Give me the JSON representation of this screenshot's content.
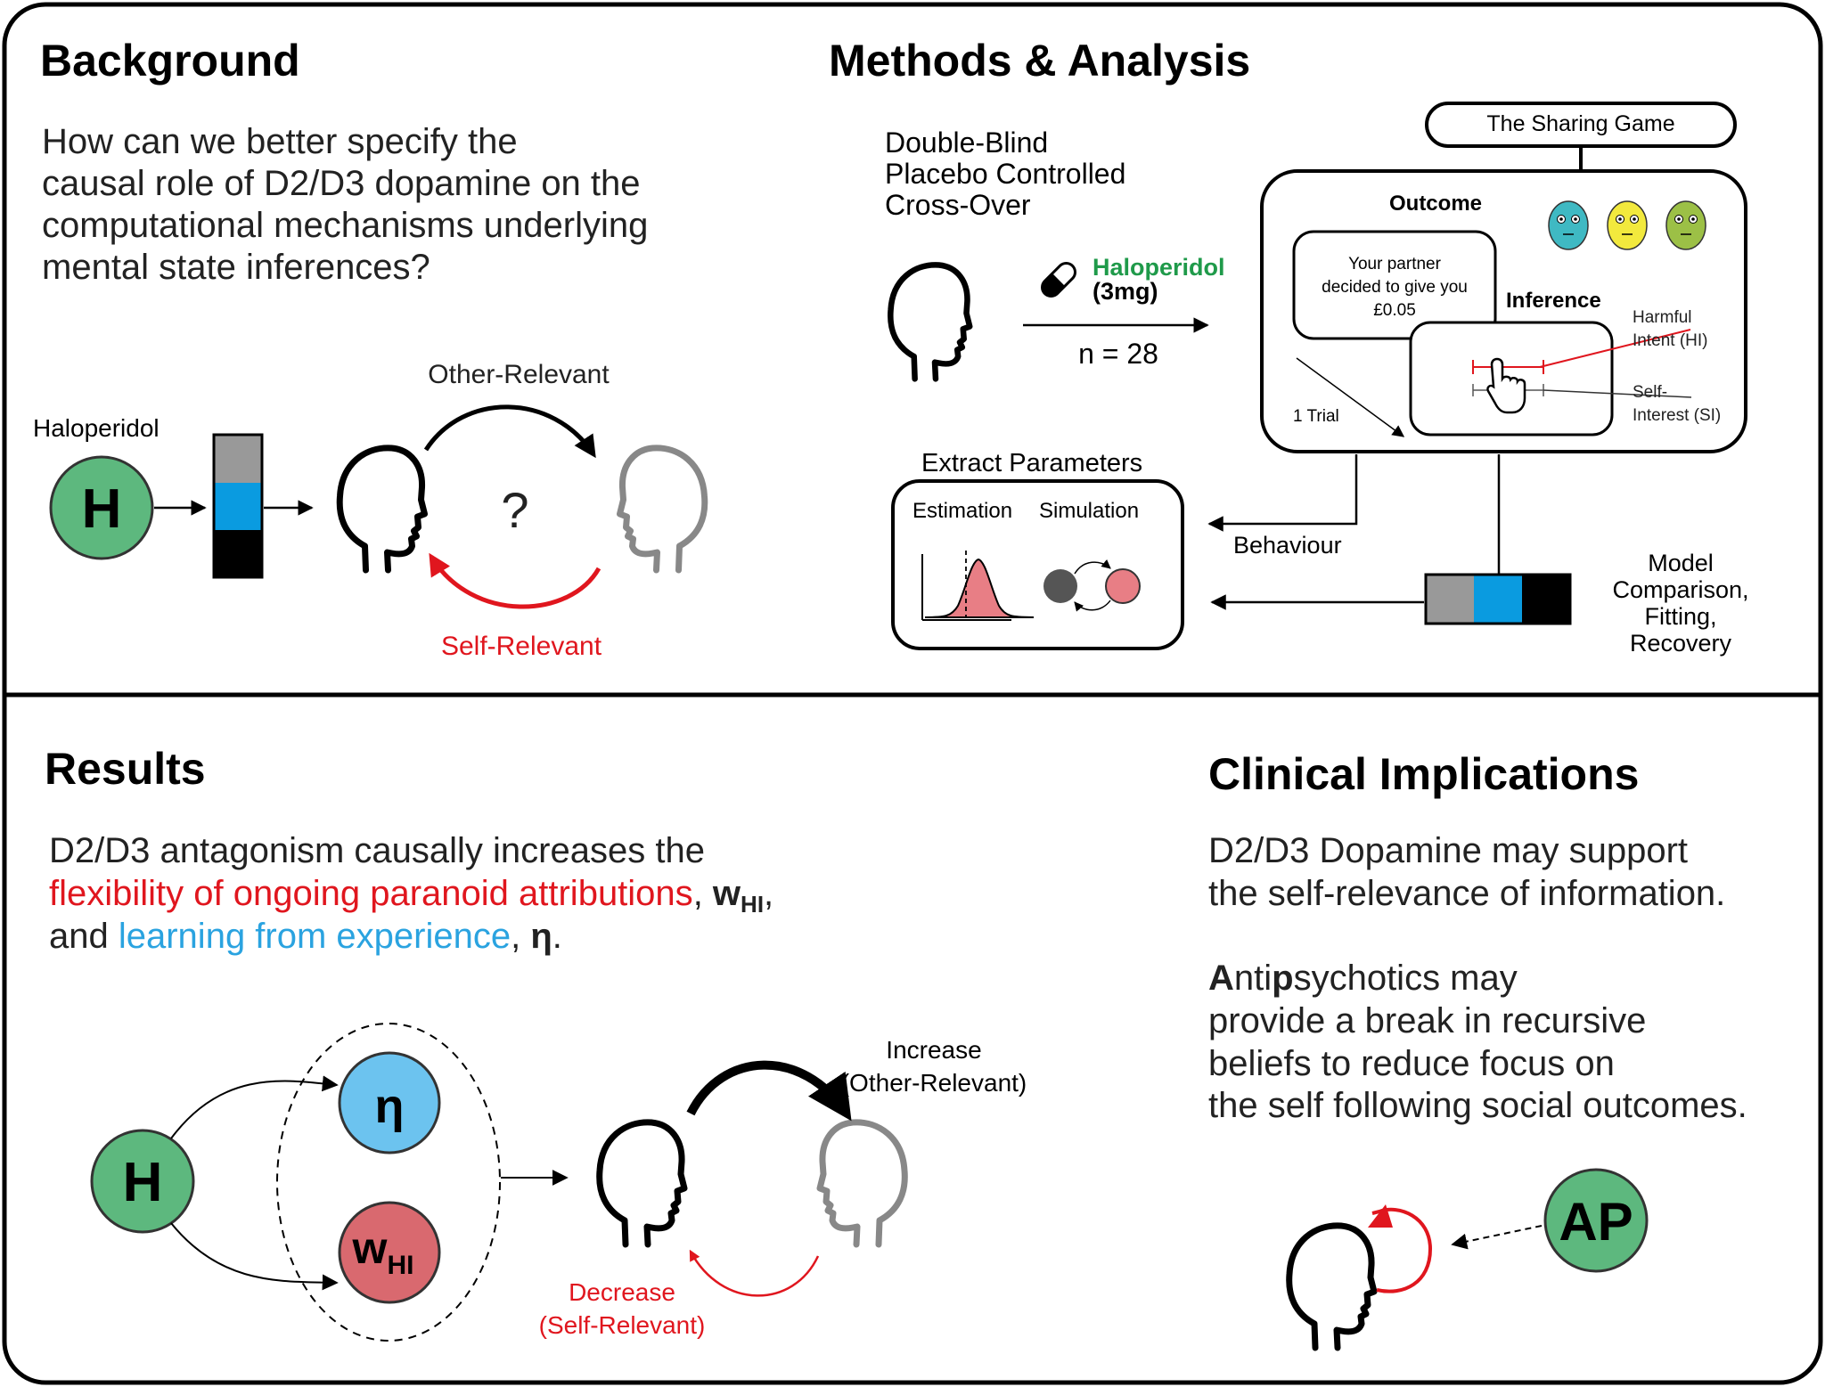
{
  "background": {
    "heading": "Background",
    "question": [
      "How can we better specify the",
      "causal role of D2/D3 dopamine on the",
      "computational mechanisms underlying",
      "mental state inferences?"
    ],
    "drug_label": "Haloperidol",
    "h_symbol": "H",
    "other_relevant": "Other-Relevant",
    "question_mark": "?",
    "self_relevant": "Self-Relevant"
  },
  "methods": {
    "heading": "Methods & Analysis",
    "design": [
      "Double-Blind",
      "Placebo Controlled",
      "Cross-Over"
    ],
    "drug_name": "Haloperidol",
    "drug_dose": "(3mg)",
    "n_label": "n = 28",
    "game_title": "The Sharing Game",
    "outcome_label": "Outcome",
    "outcome_message": [
      "Your partner",
      "decided to give you",
      "£0.05"
    ],
    "inference_label": "Inference",
    "harmful_intent": [
      "Harmful",
      "Intent (HI)"
    ],
    "self_interest": [
      "Self-",
      "Interest (SI)"
    ],
    "trial_label": "1 Trial",
    "extract_title": "Extract Parameters",
    "estimation_label": "Estimation",
    "simulation_label": "Simulation",
    "behaviour_label": "Behaviour",
    "model_text": [
      "Model",
      "Comparison,",
      "Fitting,",
      "Recovery"
    ]
  },
  "results": {
    "heading": "Results",
    "line1": "D2/D3 antagonism causally increases the",
    "line2_red": "flexibility of ongoing paranoid attributions",
    "line2_sep": ", ",
    "w_main": "w",
    "w_sub": "HI",
    "line2_end": ",",
    "line3_start": "and ",
    "line3_blue": "learning from experience",
    "line3_sep": ", ",
    "eta": "η",
    "line3_end": ".",
    "h_symbol": "H",
    "eta_symbol": "η",
    "w_symbol": "w",
    "w_symbol_sub": "HI",
    "increase": [
      "Increase",
      "(Other-Relevant)"
    ],
    "decrease": [
      "Decrease",
      "(Self-Relevant)"
    ]
  },
  "clinical": {
    "heading": "Clinical Implications",
    "para1": [
      "D2/D3 Dopamine may support",
      "the self-relevance of information."
    ],
    "para2_l1_bold1": "A",
    "para2_l1_mid": "nti",
    "para2_l1_bold2": "p",
    "para2_l1_end": "sychotics may",
    "para2_rest": [
      "provide a break in recursive",
      "beliefs to reduce focus on",
      "the self following social outcomes."
    ],
    "ap_symbol": "AP"
  },
  "colors": {
    "green": "#5DB87E",
    "blue_bar": "#0A9BE0",
    "gray_bar": "#999999",
    "red": "#E0161E",
    "blue_text": "#2AA3E0",
    "eta_circle": "#6CC3EF",
    "w_circle": "#D9696F",
    "drug_green": "#1F9A4A"
  }
}
